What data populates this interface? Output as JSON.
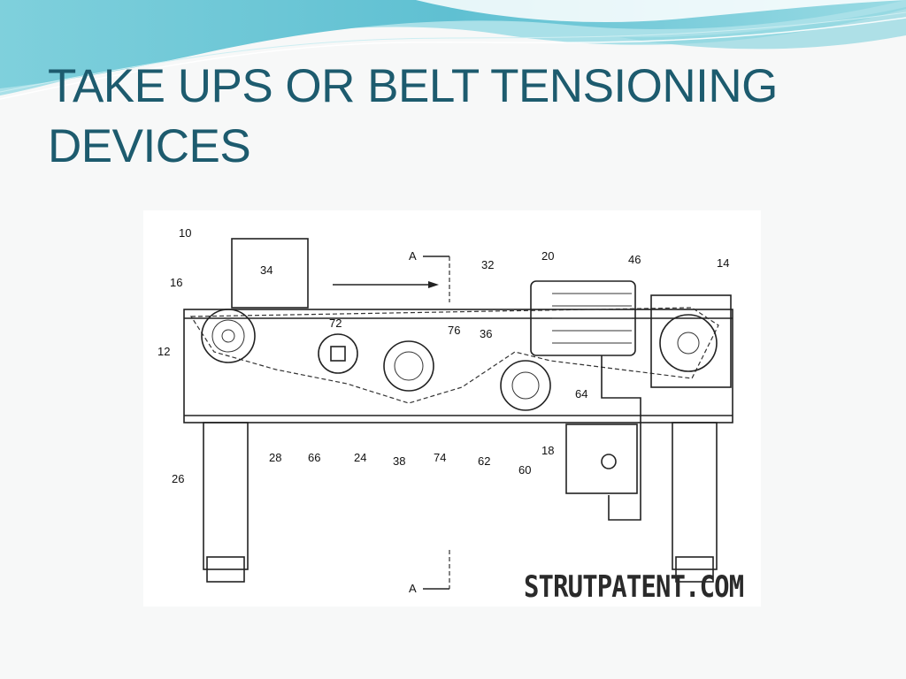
{
  "slide": {
    "title_lines": [
      "TAKE UPS OR BELT TENSIONING",
      "DEVICES"
    ],
    "accent_colors": [
      "#1d5b6e",
      "#6ec9d8",
      "#a8e2ea"
    ]
  },
  "figure": {
    "watermark": "STRUTPATENT.COM",
    "section_marks": [
      "A",
      "A"
    ],
    "reference_numerals": [
      "10",
      "34",
      "16",
      "12",
      "32",
      "20",
      "46",
      "14",
      "72",
      "76",
      "36",
      "64",
      "28",
      "66",
      "24",
      "38",
      "74",
      "62",
      "60",
      "18",
      "26"
    ]
  }
}
